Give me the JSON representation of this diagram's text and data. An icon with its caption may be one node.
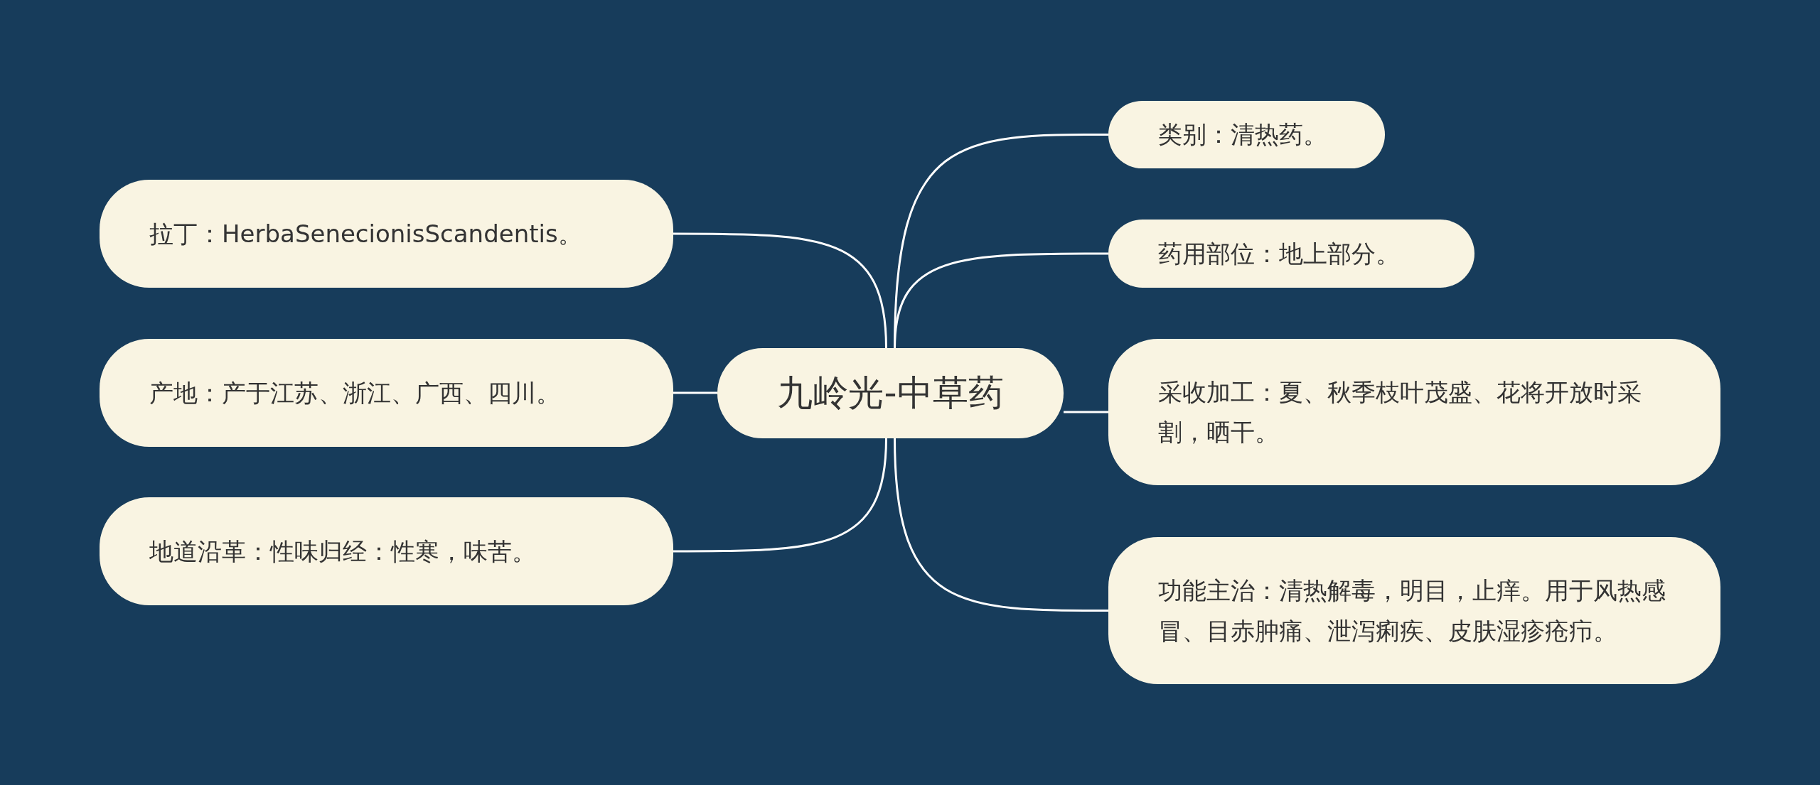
{
  "diagram": {
    "nodes": [
      {
        "text": [
          "九岭光-中草药"
        ]
      },
      {
        "text": [
          "拉丁：HerbaSenecionisScandentis。"
        ]
      },
      {
        "text": [
          "产地：产于江苏、浙江、广西、四川。"
        ]
      },
      {
        "text": [
          "地道沿革：性味归经：性寒，味苦。"
        ]
      },
      {
        "text": [
          "类别：清热药。"
        ]
      },
      {
        "text": [
          "药用部位：地上部分。"
        ]
      },
      {
        "text": [
          "采收加工：夏、秋季枝叶茂盛、花将开放时采割，晒干。"
        ]
      },
      {
        "text": [
          "功能主治：清热解毒，明目，止痒。用于风热感冒、目赤肿痛、泄泻痢疾、皮肤湿疹疮疖。"
        ]
      }
    ],
    "edges": [
      {
        "from": 0,
        "to": 1,
        "arrow": "none"
      },
      {
        "from": 0,
        "to": 2,
        "arrow": "none"
      },
      {
        "from": 0,
        "to": 3,
        "arrow": "none"
      },
      {
        "from": 0,
        "to": 4,
        "arrow": "none"
      },
      {
        "from": 0,
        "to": 5,
        "arrow": "none"
      },
      {
        "from": 0,
        "to": 6,
        "arrow": "none"
      },
      {
        "from": 0,
        "to": 7,
        "arrow": "none"
      }
    ]
  }
}
